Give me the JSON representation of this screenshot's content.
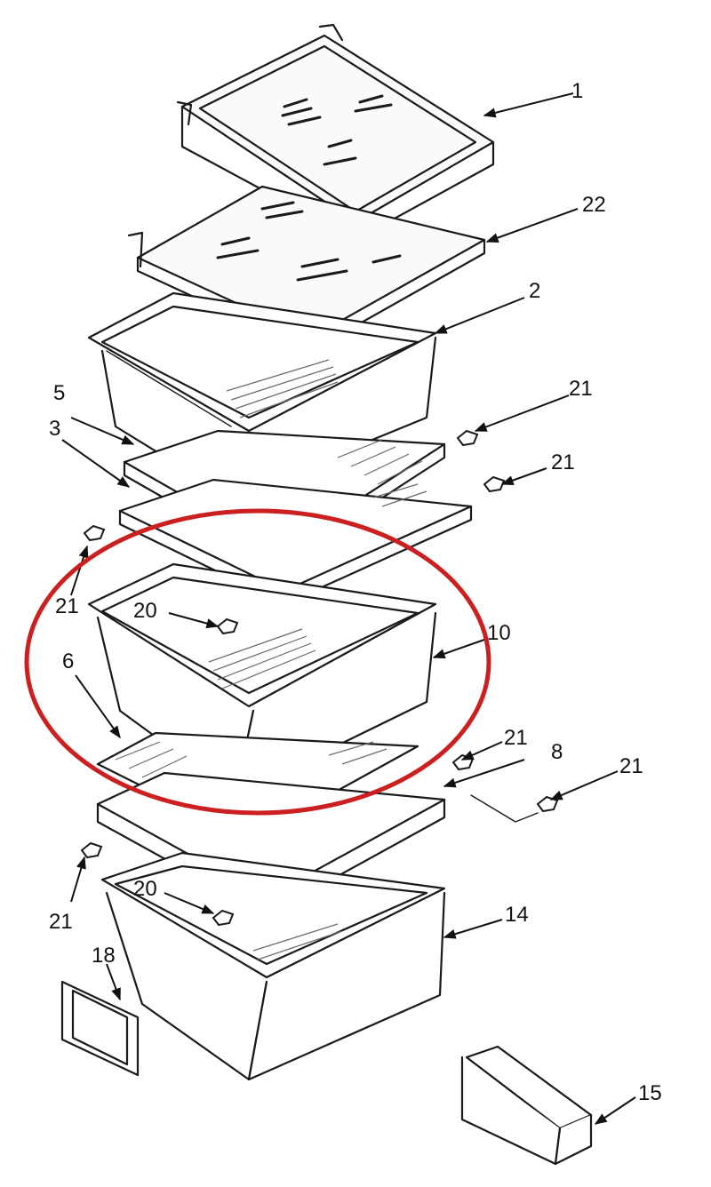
{
  "diagram": {
    "labels": {
      "p1": "1",
      "p22": "22",
      "p2": "2",
      "p5": "5",
      "p3": "3",
      "p21a": "21",
      "p21b": "21",
      "p21c": "21",
      "p20a": "20",
      "p10": "10",
      "p6": "6",
      "p21d": "21",
      "p8": "8",
      "p21e": "21",
      "p21f": "21",
      "p20b": "20",
      "p14": "14",
      "p18": "18",
      "p15": "15"
    },
    "highlight_color": "#cc1f1f"
  }
}
